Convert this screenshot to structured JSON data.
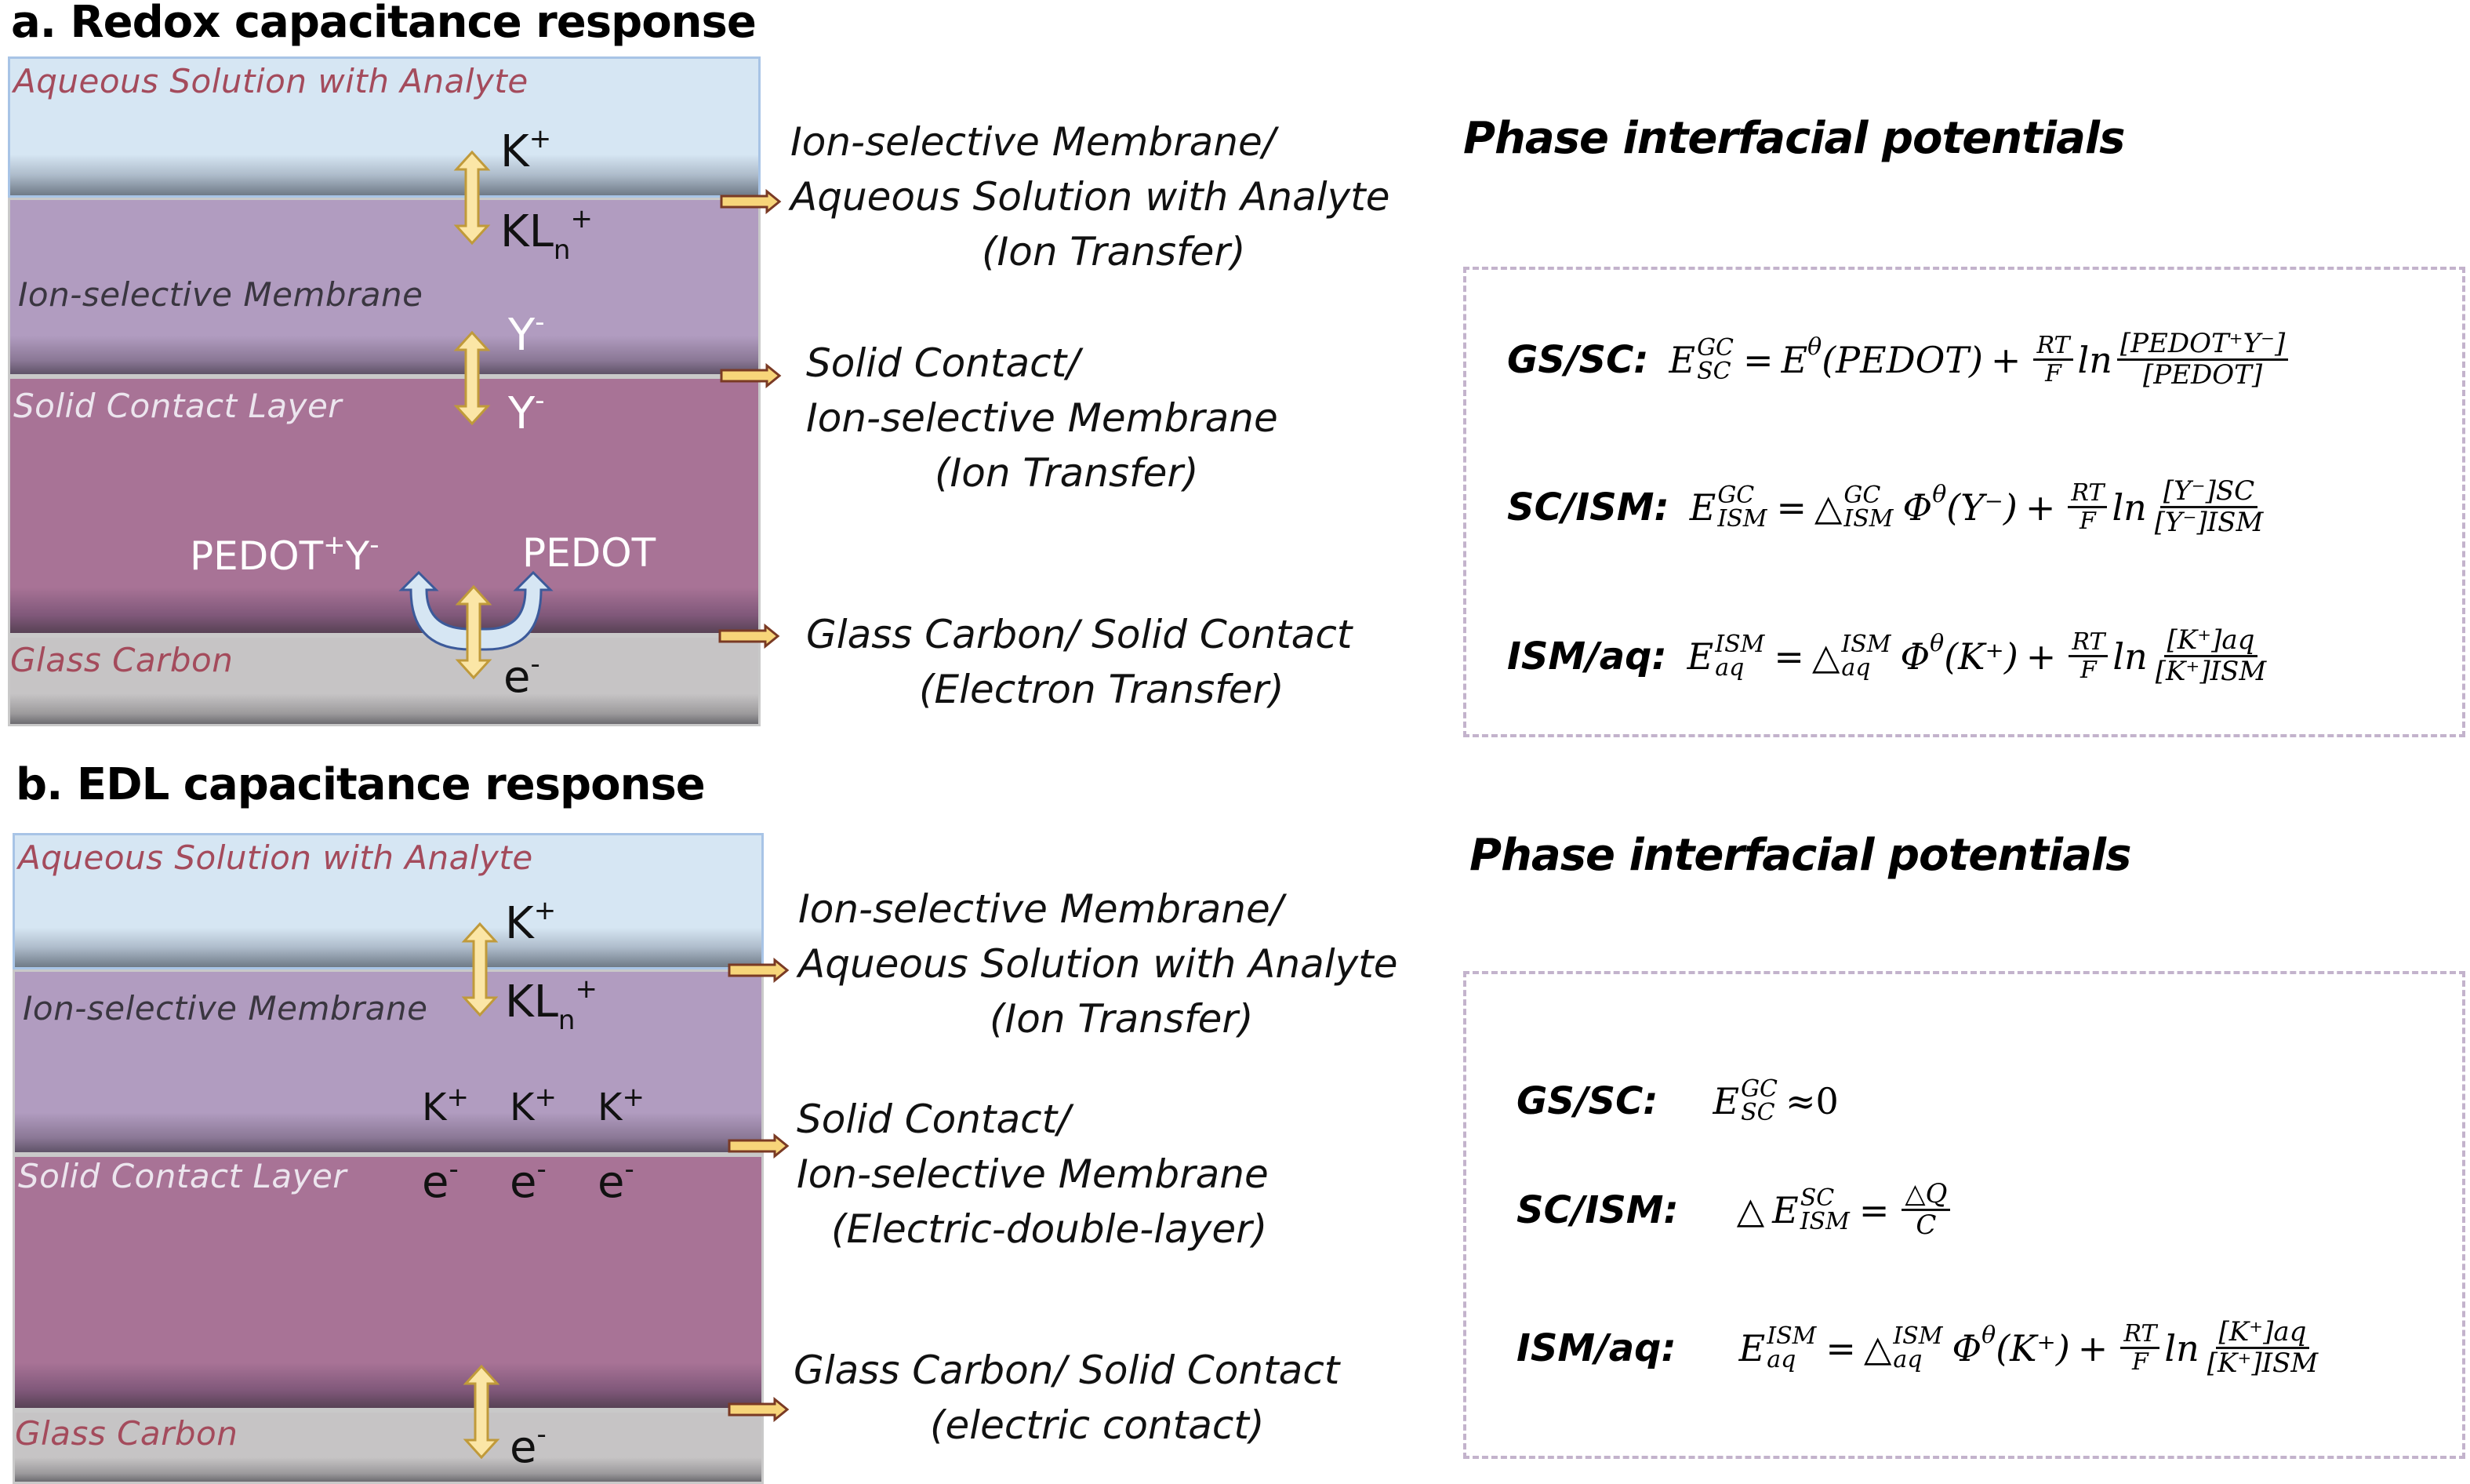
{
  "panel_a": {
    "title": "a. Redox capacitance response",
    "layers": {
      "aqueous": "Aqueous Solution with Analyte",
      "ism": "Ion-selective Membrane",
      "sc": "Solid Contact Layer",
      "gc": "Glass Carbon"
    },
    "species": {
      "k_plus": {
        "base": "K",
        "sup": "+"
      },
      "kln_plus": {
        "base": "KL",
        "sub": "n",
        "sup": "+"
      },
      "y_minus_top": {
        "base": "Y",
        "sup": "-"
      },
      "y_minus_bottom": {
        "base": "Y",
        "sup": "-"
      },
      "pedot_plus_y": {
        "base1": "PEDOT",
        "sup1": "+",
        "base2": "Y",
        "sup2": "-"
      },
      "pedot": "PEDOT",
      "electron": {
        "base": "e",
        "sup": "-"
      }
    },
    "interfaces": [
      {
        "lines": [
          "Ion-selective Membrane/",
          "Aqueous Solution with Analyte",
          "(Ion Transfer)"
        ]
      },
      {
        "lines": [
          "Solid Contact/",
          "Ion-selective Membrane",
          "(Ion Transfer)"
        ]
      },
      {
        "lines": [
          "Glass Carbon/ Solid Contact",
          "(Electron Transfer)"
        ]
      }
    ],
    "potentials_title": "Phase interfacial potentials",
    "equations": [
      {
        "label": "GS/SC:",
        "lhs": "E",
        "lhs_sup": "GC",
        "lhs_sub": "SC",
        "eq": "=",
        "term1": "E",
        "term1_sup": "θ",
        "term1_arg": "(PEDOT)",
        "plus": "+",
        "rt_num": "RT",
        "rt_den": "F",
        "ln": "ln",
        "frac_num": "[PEDOT⁺Y⁻]",
        "frac_den": "[PEDOT]"
      },
      {
        "label": "SC/ISM:",
        "lhs": "E",
        "lhs_sup": "GC",
        "lhs_sub": "ISM",
        "eq": "=",
        "delta": "△",
        "delta_sup": "GC",
        "delta_sub": "ISM",
        "phi": "Φ",
        "phi_sup": "θ",
        "phi_arg": "(Y⁻)",
        "plus": "+",
        "rt_num": "RT",
        "rt_den": "F",
        "ln": "ln",
        "frac_num": "[Y⁻]SC",
        "frac_den": "[Y⁻]ISM"
      },
      {
        "label": "ISM/aq:",
        "lhs": "E",
        "lhs_sup": "ISM",
        "lhs_sub": "aq",
        "eq": "=",
        "delta": "△",
        "delta_sup": "ISM",
        "delta_sub": "aq",
        "phi": "Φ",
        "phi_sup": "θ",
        "phi_arg": "(K⁺)",
        "plus": "+",
        "rt_num": "RT",
        "rt_den": "F",
        "ln": "ln",
        "frac_num": "[K⁺]aq",
        "frac_den": "[K⁺]ISM"
      }
    ]
  },
  "panel_b": {
    "title": "b. EDL capacitance response",
    "layers": {
      "aqueous": "Aqueous Solution with Analyte",
      "ism": "Ion-selective Membrane",
      "sc": "Solid Contact Layer",
      "gc": "Glass Carbon"
    },
    "species": {
      "k_plus": {
        "base": "K",
        "sup": "+"
      },
      "kln_plus": {
        "base": "KL",
        "sub": "n",
        "sup": "+"
      },
      "edl_cations": [
        {
          "base": "K",
          "sup": "+"
        },
        {
          "base": "K",
          "sup": "+"
        },
        {
          "base": "K",
          "sup": "+"
        }
      ],
      "edl_electrons": [
        {
          "base": "e",
          "sup": "-"
        },
        {
          "base": "e",
          "sup": "-"
        },
        {
          "base": "e",
          "sup": "-"
        }
      ],
      "electron": {
        "base": "e",
        "sup": "-"
      }
    },
    "interfaces": [
      {
        "lines": [
          "Ion-selective Membrane/",
          "Aqueous Solution with Analyte",
          "(Ion Transfer)"
        ]
      },
      {
        "lines": [
          "Solid Contact/",
          "Ion-selective Membrane",
          "(Electric-double-layer)"
        ]
      },
      {
        "lines": [
          "Glass Carbon/ Solid Contact",
          "(electric contact)"
        ]
      }
    ],
    "potentials_title": "Phase interfacial potentials",
    "equations": [
      {
        "label": "GS/SC:",
        "lhs": "E",
        "lhs_sup": "GC",
        "lhs_sub": "SC",
        "approx": "≈0"
      },
      {
        "label": "SC/ISM:",
        "delta": "△",
        "lhs": "E",
        "lhs_sup": "SC",
        "lhs_sub": "ISM",
        "eq": "=",
        "frac_num": "△Q",
        "frac_den": "C"
      },
      {
        "label": "ISM/aq:",
        "lhs": "E",
        "lhs_sup": "ISM",
        "lhs_sub": "aq",
        "eq": "=",
        "delta": "△",
        "delta_sup": "ISM",
        "delta_sub": "aq",
        "phi": "Φ",
        "phi_sup": "θ",
        "phi_arg": "(K⁺)",
        "plus": "+",
        "rt_num": "RT",
        "rt_den": "F",
        "ln": "ln",
        "frac_num": "[K⁺]aq",
        "frac_den": "[K⁺]ISM"
      }
    ]
  },
  "colors": {
    "aqueous": "#d6e6f3",
    "ism": "#b19cc0",
    "sc": "#a87396",
    "gc": "#c6c4c5",
    "layer_label_red": "#a44b5c",
    "arrow_fill": "#fbe6a6",
    "arrow_stroke": "#c09a3a",
    "pointer_fill": "#f7d57a",
    "pointer_stroke": "#7a3a24",
    "curved_arrow_fill": "#d6e6f3",
    "curved_arrow_stroke": "#3c5a9a",
    "dashed_box": "#c3b3cc"
  }
}
